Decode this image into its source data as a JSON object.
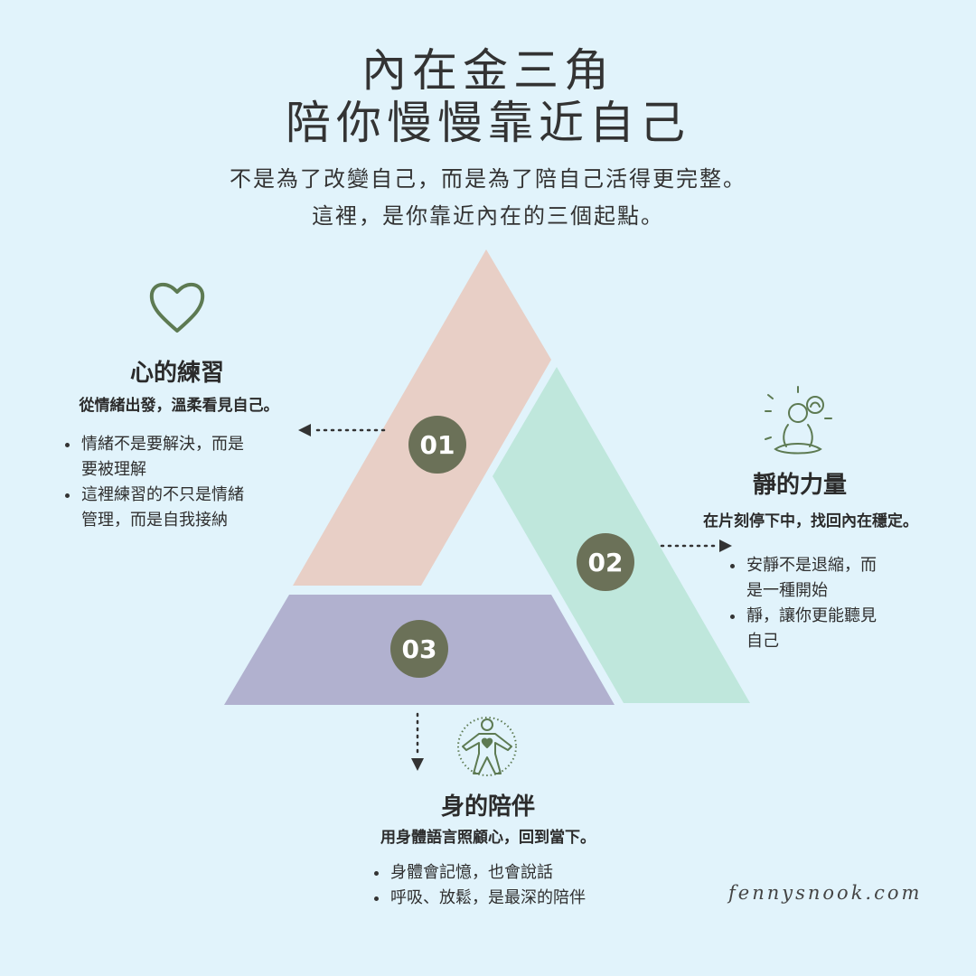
{
  "header": {
    "title_line1": "內在金三角",
    "title_line2": "陪你慢慢靠近自己",
    "subtitle_line1": "不是為了改變自己，而是為了陪自己活得更完整。",
    "subtitle_line2": "這裡，是你靠近內在的三個起點。"
  },
  "colors": {
    "background": "#e1f3fb",
    "segment_heart": "#e8cfc6",
    "segment_stillness": "#bfe7dc",
    "segment_body": "#b1b1cf",
    "badge": "#6b7158",
    "icon": "#5d7a52"
  },
  "sections": [
    {
      "number": "01",
      "icon": "heart-icon",
      "title": "心的練習",
      "tagline": "從情緒出發，溫柔看見自己。",
      "points": [
        "情緒不是要解決，而是",
        "要被理解",
        "這裡練習的不只是情緒",
        "管理，而是自我接納"
      ]
    },
    {
      "number": "02",
      "icon": "meditation-icon",
      "title": "靜的力量",
      "tagline": "在片刻停下中，找回內在穩定。",
      "points": [
        "安靜不是退縮，而",
        "是一種開始",
        "靜，讓你更能聽見",
        "自己"
      ]
    },
    {
      "number": "03",
      "icon": "body-icon",
      "title": "身的陪伴",
      "tagline": "用身體語言照顧心，回到當下。",
      "points": [
        "身體會記憶，也會說話",
        "呼吸、放鬆，是最深的陪伴"
      ]
    }
  ],
  "footer": {
    "brand": "fennysnook.com"
  }
}
